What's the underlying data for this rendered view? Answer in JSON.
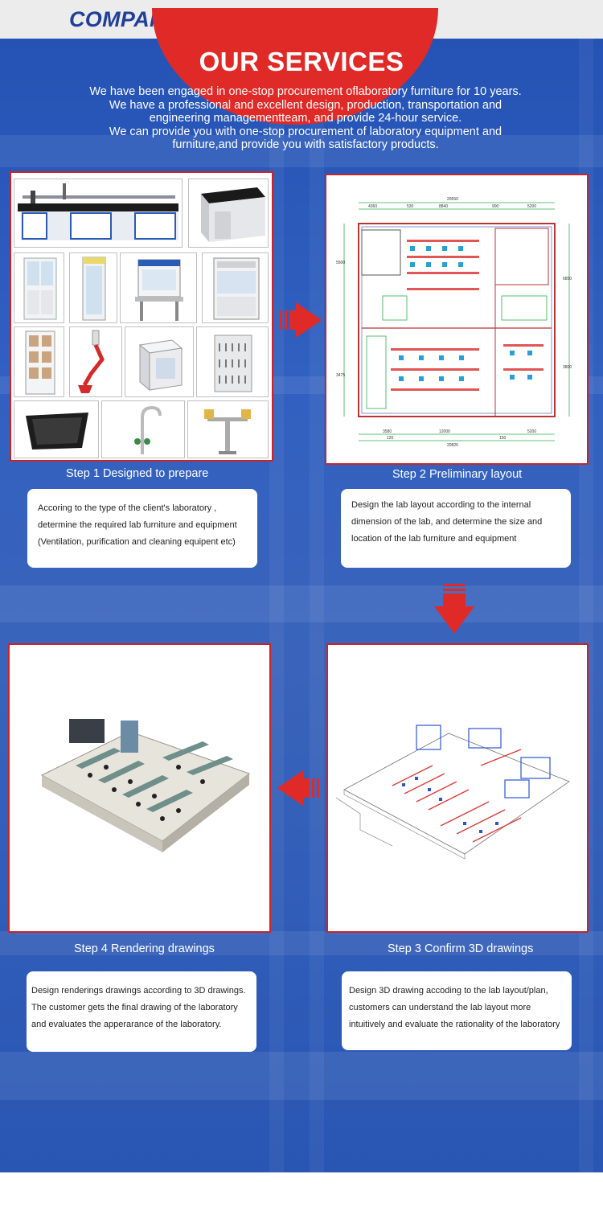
{
  "header": {
    "title": "COMPANY INTRODUCTION"
  },
  "services": {
    "title": "OUR SERVICES",
    "intro_lines": [
      "We have been engaged in one-stop procurement oflaboratory furniture for 10 years.",
      "We have a professional and excellent design, production, transportation and",
      "engineering managementteam, and provide 24-hour service.",
      "We can provide you with one-stop procurement of laboratory equipment and",
      "furniture,and provide you with satisfactory products."
    ]
  },
  "steps": [
    {
      "label": "Step 1 Designed to prepare",
      "lines": [
        "Accoring to the type of the client's laboratory ,",
        "determine the required lab furniture and equipment",
        "(Ventilation, purification and cleaning equipent etc)"
      ]
    },
    {
      "label": "Step 2 Preliminary layout",
      "lines": [
        "Design the lab layout according to the internal",
        "dimension of the lab, and determine the size and",
        "location of the lab furniture and equipment"
      ]
    },
    {
      "label": "Step 3 Confirm 3D drawings",
      "lines": [
        "Design 3D drawing accoding to the lab layout/plan,",
        "customers can understand the lab layout more",
        "intuitively and evaluate the rationality of the laboratory"
      ]
    },
    {
      "label": "Step 4 Rendering drawings",
      "lines": [
        "Design renderings drawings according to 3D drawings.",
        "The customer gets the final  drawing of the laboratory",
        "and evaluates the apperarance of the laboratory."
      ]
    }
  ],
  "floorplan_dimensions": {
    "top_total": "20550",
    "top_segments": [
      "4360",
      "530",
      "8840",
      "900",
      "5200"
    ],
    "bottom_segments": [
      "3580",
      "12000",
      "5200"
    ],
    "bottom_total": "20825",
    "bottom_small": [
      "120",
      "150"
    ],
    "right_segments": [
      "6850",
      "3800"
    ],
    "left_segments": [
      "5500",
      "3475"
    ]
  },
  "colors": {
    "accent_red": "#c8252b",
    "title_blue": "#1f3f9a",
    "card_bg": "#ffffff"
  },
  "icons": [
    "arrow-right-icon",
    "arrow-down-icon",
    "arrow-left-icon"
  ]
}
